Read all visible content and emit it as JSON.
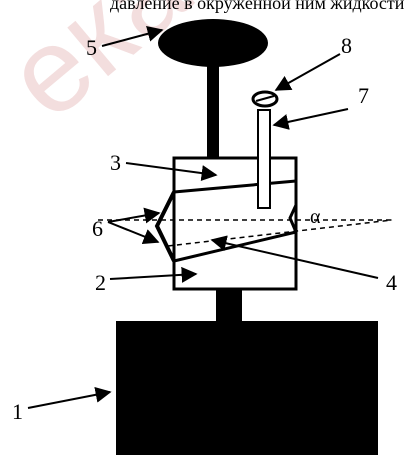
{
  "caption_fragment": "давление в окружённой ним жидкости",
  "watermark_text": "ека",
  "labels": {
    "base": "1",
    "lower_part": "2",
    "upper_part": "3",
    "wedge_gap": "4",
    "top_disc": "5",
    "side_edges": "6",
    "rod": "7",
    "screw": "8",
    "angle": "α"
  },
  "colors": {
    "ink": "#000000",
    "paper": "#ffffff",
    "watermark": "#f3dede"
  }
}
